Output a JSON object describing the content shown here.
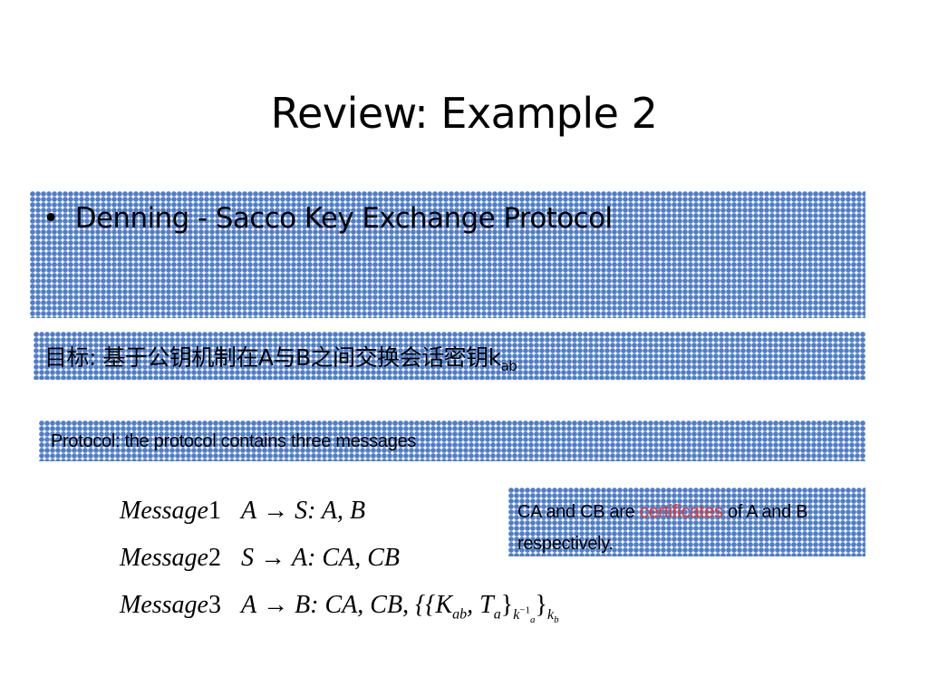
{
  "slide": {
    "title": "Review: Example 2",
    "bullet": "Denning - Sacco Key Exchange Protocol",
    "bullet_symbol": "•",
    "goal_text": "目标: 基于公钥机制在A与B之间交换会话密钥k",
    "goal_subscript": "ab",
    "protocol_text": "Protocol: the protocol contains three messages",
    "cert_note": {
      "before": "CA and CB are ",
      "highlight": "certificates",
      "after": " of A and B respectively."
    },
    "messages": [
      {
        "name": "Message",
        "num": "1",
        "from": "A",
        "arrow": "→",
        "to": "S",
        "content": ": A, B"
      },
      {
        "name": "Message",
        "num": "2",
        "from": "S",
        "arrow": "→",
        "to": "A",
        "content": ": CA, CB"
      },
      {
        "name": "Message",
        "num": "3",
        "from": "A",
        "arrow": "→",
        "to": "B",
        "content": ": CA, CB, {{K",
        "k_sub": "ab",
        "mid": ", T",
        "t_sub": "a",
        "close1": "}",
        "sig_key": "k",
        "sig_sup": "−1",
        "sig_sub": "a",
        "close2": "}",
        "enc_key": "k",
        "enc_sub": "b"
      }
    ],
    "colors": {
      "dot_pattern": "#4f7dc9",
      "highlight": "#e0362f"
    }
  }
}
